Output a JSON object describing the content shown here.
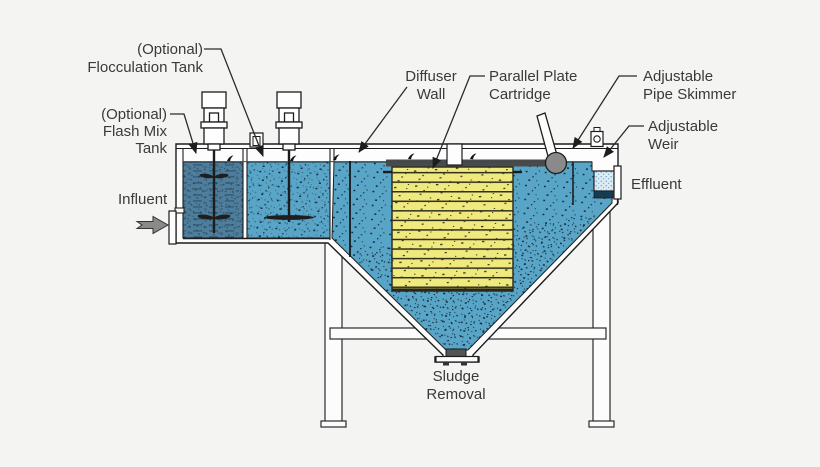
{
  "diagram": {
    "labels": {
      "floc_tank": {
        "line1": "(Optional)",
        "line2": "Flocculation Tank"
      },
      "flash_mix": {
        "line1": "(Optional)",
        "line2": "Flash Mix",
        "line3": "Tank"
      },
      "influent": {
        "text": "Influent"
      },
      "diffuser_wall": {
        "line1": "Diffuser",
        "line2": "Wall"
      },
      "parallel_plate": {
        "line1": "Parallel Plate",
        "line2": "Cartridge"
      },
      "pipe_skimmer": {
        "line1": "Adjustable",
        "line2": "Pipe Skimmer"
      },
      "adjustable_weir": {
        "line1": "Adjustable",
        "line2": "Weir"
      },
      "effluent": {
        "text": "Effluent"
      },
      "sludge_removal": {
        "line1": "Sludge",
        "line2": "Removal"
      }
    },
    "icons": {
      "influent_arrow": "right-arrow",
      "leader_arrowhead": "solid-triangle"
    },
    "colors": {
      "background": "#f4f4f2",
      "flash_mix_water": "#4e7e9b",
      "clarifier_water": "#58a5c8",
      "plate_yellow": "#f0e97e",
      "cartridge_frame": "#4a4a4a",
      "effluent_bg": "#dcecf4",
      "under_trough": "#173c52",
      "skimmer_gray": "#8a8a8a",
      "arrow_gray": "#8a8a8a",
      "line": "#1d1d1d",
      "text": "#3a3a3a"
    }
  }
}
